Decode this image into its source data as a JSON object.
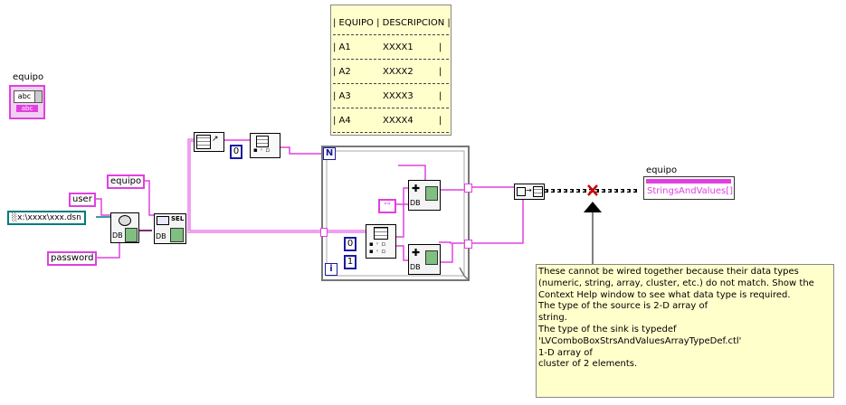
{
  "controls": {
    "equipo_left_label": "equipo",
    "combo_text": "abc",
    "combo_sub": "abc",
    "equipo_const": "equipo",
    "user_const": "user",
    "dsn_const": "x:\\xxxx\\xxx.dsn",
    "password_const": "password",
    "zero_const": "0",
    "loop_n": "N",
    "loop_i": "i",
    "idx0": "0",
    "idx1": "1",
    "str_const": "\"\"",
    "db_a": "DB",
    "db_b": "DB",
    "db_c": "DB",
    "db_d": "DB",
    "sel_label": "SEL"
  },
  "table_note": {
    "header": "| EQUIPO | DESCRIPCION |",
    "rows": [
      {
        "equipo": "| A1",
        "desc": "XXXX1",
        "end": "|"
      },
      {
        "equipo": "| A2",
        "desc": "XXXX2",
        "end": "|"
      },
      {
        "equipo": "| A3",
        "desc": "XXXX3",
        "end": "|"
      },
      {
        "equipo": "| A4",
        "desc": "XXXX4",
        "end": "|"
      }
    ]
  },
  "indicator": {
    "label": "equipo",
    "text": "StringsAndValues[]"
  },
  "error_note": {
    "lines": [
      "These cannot be wired together because their data types",
      "(numeric, string, array, cluster, etc.) do not match. Show the",
      "Context Help window to see what data type is required.",
      "The type of the source is 2-D array of",
      "string.",
      "The type of the sink is typedef",
      "'LVComboBoxStrsAndValuesArrayTypeDef.ctl'",
      "1-D array of",
      "cluster of 2 elements."
    ]
  },
  "colors": {
    "string_wire": "#e040e0",
    "numeric_border": "#1a1aa0",
    "path_border": "#007a7a",
    "note_bg": "#ffffcc",
    "broken_wire": "#000000",
    "error_x": "#cc0000"
  }
}
